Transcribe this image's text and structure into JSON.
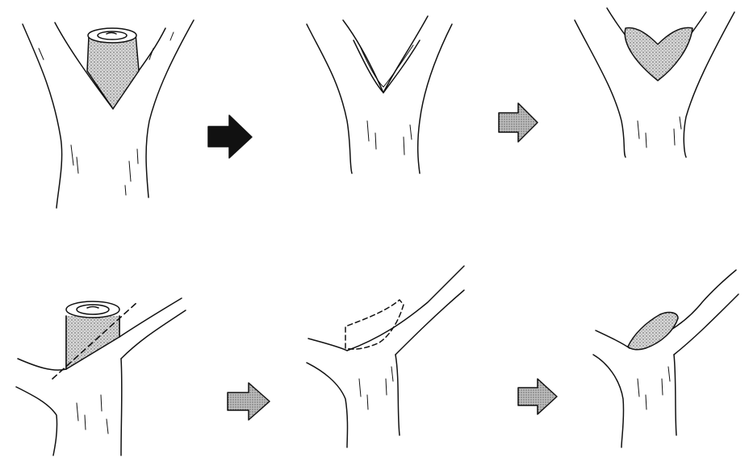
{
  "figure": {
    "rows": [
      {
        "id": "v-fork",
        "steps": [
          "stub-present",
          "stub-removed",
          "wound-callused"
        ],
        "arrow_styles": [
          "solid",
          "stippled"
        ]
      },
      {
        "id": "lateral-branch",
        "steps": [
          "stub-present-with-cut-line",
          "cut-outline-dashed",
          "wound-callused"
        ],
        "arrow_styles": [
          "stippled",
          "stippled"
        ]
      }
    ]
  },
  "colors": {
    "ink": "#111111",
    "paper": "#ffffff",
    "stipple": "#9a9a9a"
  }
}
